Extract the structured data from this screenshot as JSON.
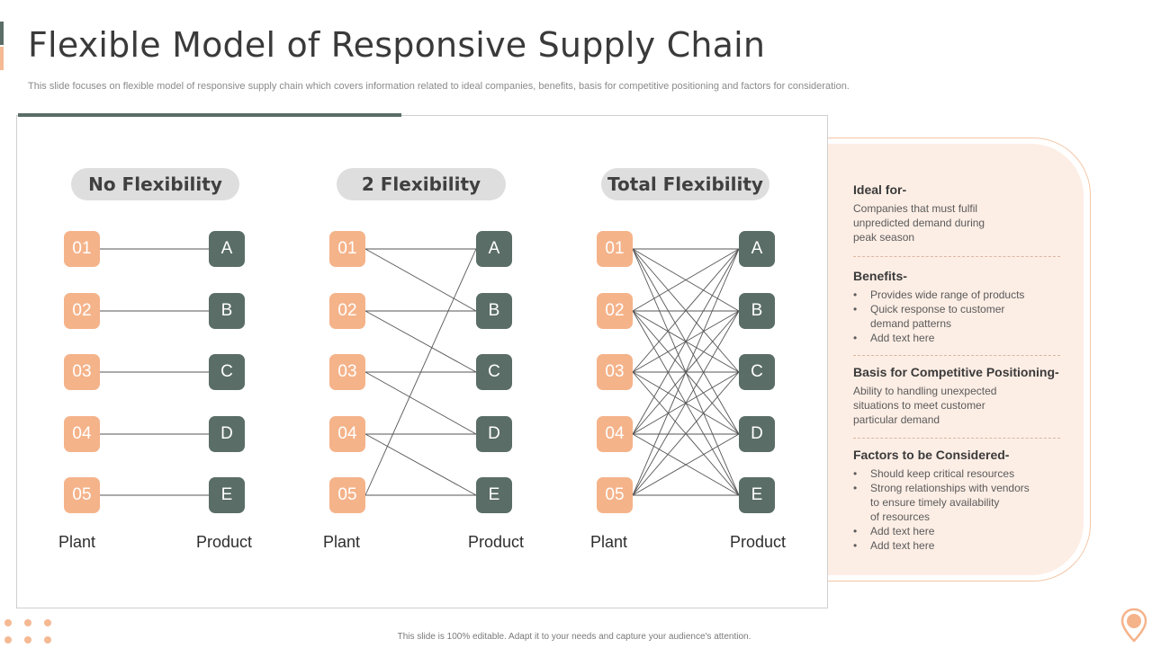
{
  "header": {
    "title": "Flexible Model of Responsive Supply Chain",
    "subtitle": "This slide focuses on flexible model of responsive supply chain which covers information related to ideal companies, benefits, basis for competitive positioning and factors for consideration."
  },
  "diagrams": [
    {
      "heading": "No Flexibility",
      "plant_label": "Plant",
      "product_label": "Product"
    },
    {
      "heading": "2 Flexibility",
      "plant_label": "Plant",
      "product_label": "Product"
    },
    {
      "heading": "Total Flexibility",
      "plant_label": "Plant",
      "product_label": "Product"
    }
  ],
  "plants": [
    "01",
    "02",
    "03",
    "04",
    "05"
  ],
  "products": [
    "A",
    "B",
    "C",
    "D",
    "E"
  ],
  "links": {
    "no_flexibility": [
      [
        0,
        0
      ],
      [
        1,
        1
      ],
      [
        2,
        2
      ],
      [
        3,
        3
      ],
      [
        4,
        4
      ]
    ],
    "two_flexibility": [
      [
        0,
        0
      ],
      [
        0,
        1
      ],
      [
        1,
        1
      ],
      [
        1,
        2
      ],
      [
        2,
        2
      ],
      [
        2,
        3
      ],
      [
        3,
        3
      ],
      [
        3,
        4
      ],
      [
        4,
        4
      ],
      [
        4,
        0
      ]
    ],
    "total_flexibility": "all"
  },
  "sidebar": {
    "ideal_for": {
      "heading": "Ideal for-",
      "lines": [
        "Companies that must fulfil",
        "unpredicted demand during",
        "peak season"
      ]
    },
    "benefits": {
      "heading": "Benefits-",
      "items": [
        "Provides wide range of products",
        "Quick response to customer",
        "demand patterns",
        "Add text here"
      ]
    },
    "basis": {
      "heading": "Basis for Competitive Positioning-",
      "lines": [
        "Ability to handling unexpected",
        "situations to meet customer",
        "particular demand"
      ]
    },
    "factors": {
      "heading": "Factors to be Considered-",
      "items": [
        "Should keep critical resources",
        "Strong relationships with vendors",
        "to ensure timely availability",
        "of resources",
        "Add text here",
        "Add text here"
      ]
    }
  },
  "footer": "This slide is 100% editable.  Adapt it to your needs and capture your audience's attention.",
  "colors": {
    "plant": "#f5b38a",
    "product": "#5a6d66",
    "accent": "#5a6d66",
    "sidebar_bg": "#fdeee5"
  },
  "icons": [
    "location-pin-icon",
    "decorative-dots"
  ]
}
